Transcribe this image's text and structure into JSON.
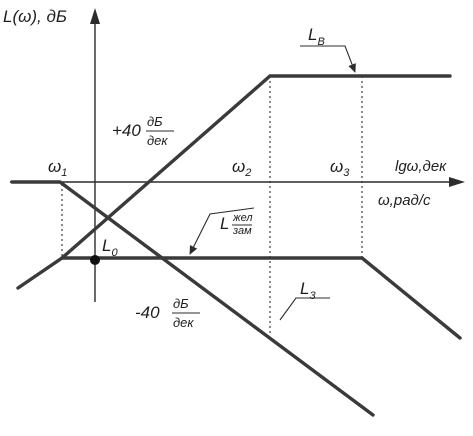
{
  "axes": {
    "y_label": "L(ω), дБ",
    "x_label_top": "lgω,дек",
    "x_label_bottom": "ω,рад/с"
  },
  "frequencies": {
    "w1": {
      "symbol": "ω",
      "sub": "1"
    },
    "w2": {
      "symbol": "ω",
      "sub": "2"
    },
    "w3": {
      "symbol": "ω",
      "sub": "3"
    }
  },
  "curves": {
    "L0": {
      "base": "L",
      "sub": "0"
    },
    "LB": {
      "base": "L",
      "sub": "В"
    },
    "L3": {
      "base": "L",
      "sub": "3"
    },
    "Ldesired": {
      "base": "L",
      "sup": "жел",
      "sub": "зам"
    }
  },
  "slopes": {
    "plus": {
      "value": "+40",
      "numerator": "дБ",
      "denominator": "дек"
    },
    "minus": {
      "value": "-40",
      "numerator": "дБ",
      "denominator": "дек"
    }
  },
  "colors": {
    "line": "#3a3a3a",
    "axis": "#2c2c2c",
    "text": "#1e1e1e",
    "background": "#ffffff"
  }
}
